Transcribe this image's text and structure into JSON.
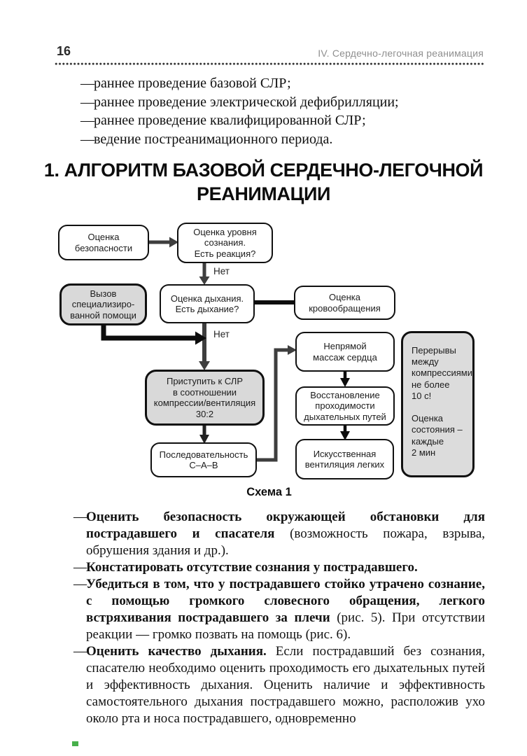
{
  "page": {
    "number": "16",
    "section": "IV. Сердечно-легочная реанимация"
  },
  "intro_list": {
    "marker": "—",
    "items": [
      "раннее проведение базовой СЛР;",
      "раннее проведение электрической дефибрилляции;",
      "раннее проведение квалифицированной СЛР;",
      "ведение постреанимационного периода."
    ]
  },
  "title": {
    "text": "1. АЛГОРИТМ БАЗОВОЙ СЕРДЕЧНО-ЛЕГОЧНОЙ\nРЕАНИМАЦИИ"
  },
  "flowchart": {
    "caption": "Схема 1",
    "no_labels": [
      "Нет",
      "Нет"
    ],
    "boxes": {
      "safety": {
        "text": "Оценка\nбезопасности"
      },
      "consciousness": {
        "text": "Оценка уровня\nсознания.\nЕсть реакция?"
      },
      "call": {
        "text": "Вызов\nспециализиро-\nванной помощи"
      },
      "breathing": {
        "text": "Оценка дыхания.\nЕсть дыхание?"
      },
      "circulation": {
        "text": "Оценка\nкровообращения"
      },
      "cpr": {
        "text": "Приступить к СЛР\nв соотношении\nкомпрессии/вентиляция\n30:2"
      },
      "cab": {
        "text": "Последовательность\nС–А–В"
      },
      "massage": {
        "text": "Непрямой\nмассаж сердца"
      },
      "airway": {
        "text": "Восстановление\nпроходимости\nдыхательных путей"
      },
      "ventilation": {
        "text": "Искусственная\nвентиляция легких"
      },
      "note": {
        "text": "Перерывы\nмежду\nкомпрессиями\nне более\n10 с!\n\nОценка\nсостояния –\nкаждые\n2 мин"
      }
    }
  },
  "body_list": {
    "marker": "—",
    "items": [
      {
        "runs": [
          {
            "b": true,
            "t": "Оценить безопасность окружающей обстановки для пострадавшего и спасателя"
          },
          {
            "b": false,
            "t": " (возможность пожара, взрыва, обрушения здания и др.)."
          }
        ]
      },
      {
        "runs": [
          {
            "b": true,
            "t": "Констатировать отсутствие сознания у пострадавшего."
          }
        ]
      },
      {
        "runs": [
          {
            "b": true,
            "t": "Убедиться в том, что у пострадавшего стойко утрачено сознание, с помощью громкого словесного обращения, легкого встряхивания пострадавшего за плечи"
          },
          {
            "b": false,
            "t": " (рис. 5). При отсутствии реакции — громко позвать на помощь (рис. 6)."
          }
        ]
      },
      {
        "runs": [
          {
            "b": true,
            "t": "Оценить качество дыхания."
          },
          {
            "b": false,
            "t": " Если пострадавший без сознания, спасателю необходимо оценить проходимость его дыхательных путей и эффективность дыхания. Оценить наличие и эффективность самостоятельного дыхания пострадавшего можно, расположив ухо около рта и носа пострадавшего, одновременно"
          }
        ]
      }
    ]
  },
  "colors": {
    "box_fill_gray": "#d9d9d9",
    "note_fill_gray": "#dcdcdc",
    "box_border": "#101010",
    "arrow_dark_gray": "#3e3e3e",
    "arrow_black": "#0d0d0d",
    "header_gray": "#8f8f8f"
  }
}
